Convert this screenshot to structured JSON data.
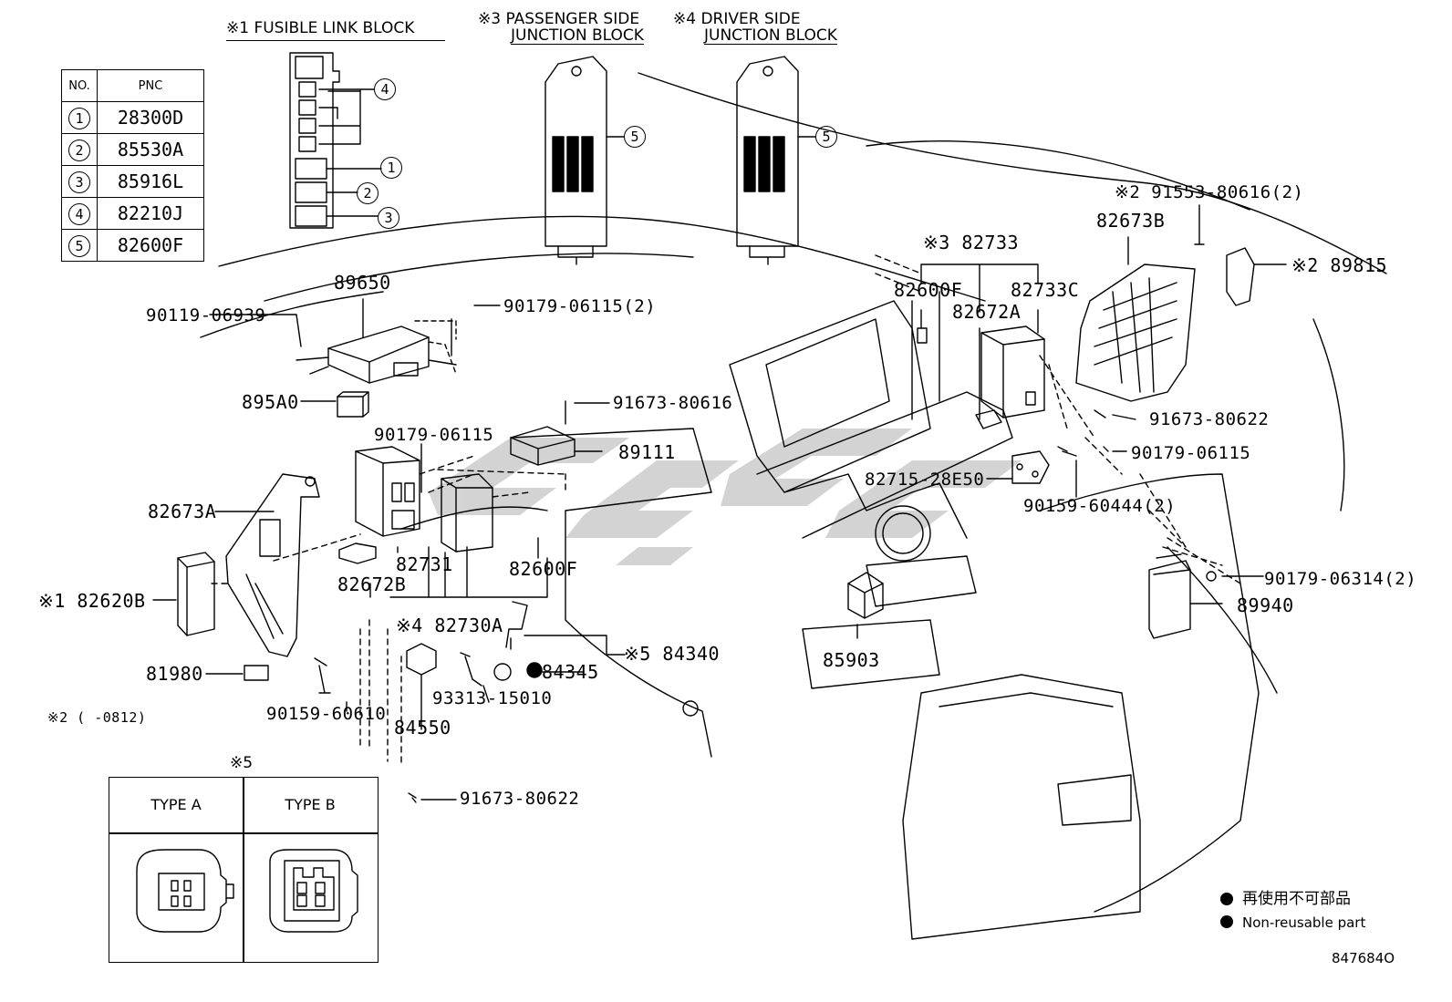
{
  "headers": {
    "fusible": "※1 FUSIBLE LINK BLOCK",
    "passenger_1": "※3 PASSENGER SIDE",
    "passenger_2": "JUNCTION BLOCK",
    "driver_1": "※4 DRIVER SIDE",
    "driver_2": "JUNCTION BLOCK"
  },
  "pnc_table": {
    "col_no": "NO.",
    "col_pnc": "PNC",
    "rows": [
      {
        "no": "1",
        "pnc": "28300D"
      },
      {
        "no": "2",
        "pnc": "85530A"
      },
      {
        "no": "3",
        "pnc": "85916L"
      },
      {
        "no": "4",
        "pnc": "82210J"
      },
      {
        "no": "5",
        "pnc": "82600F"
      }
    ]
  },
  "callouts": {
    "c1": "1",
    "c2": "2",
    "c3": "3",
    "c4": "4",
    "c5": "5"
  },
  "parts": {
    "p89650": "89650",
    "p90119": "90119-06939",
    "p90179a": "90179-06115(2)",
    "p895A0": "895A0",
    "p91673a": "91673-80616",
    "p90179b": "90179-06115",
    "p89111": "89111",
    "p82673A": "82673A",
    "p82731": "82731",
    "p82600F_left": "82600F",
    "p82672B": "82672B",
    "p82730A": "※4 82730A",
    "p82620B": "※1 82620B",
    "p81980": "81980",
    "p90159a": "90159-60610",
    "p84340": "※5 84340",
    "p84345": "84345",
    "p93313": "93313-15010",
    "p84550": "84550",
    "p91673c": "91673-80622",
    "note2": "※2 (   -0812)",
    "p82733": "※3 82733",
    "p82600F_right": "82600F",
    "p82672A": "82672A",
    "p82733C": "82733C",
    "p82673B": "82673B",
    "p91553": "※2 91553-80616(2)",
    "p89815": "※2 89815",
    "p91673b": "91673-80622",
    "p90179c": "90179-06115",
    "p82715": "82715-28E50",
    "p90159b": "90159-60444(2)",
    "p90179d": "90179-06314(2)",
    "p89940": "89940",
    "p85903": "85903"
  },
  "type_table": {
    "ref": "※5",
    "type_a": "TYPE A",
    "type_b": "TYPE B"
  },
  "legend": {
    "jp": "再使用不可部品",
    "en": "Non-reusable part"
  },
  "figure_id": "847684O"
}
